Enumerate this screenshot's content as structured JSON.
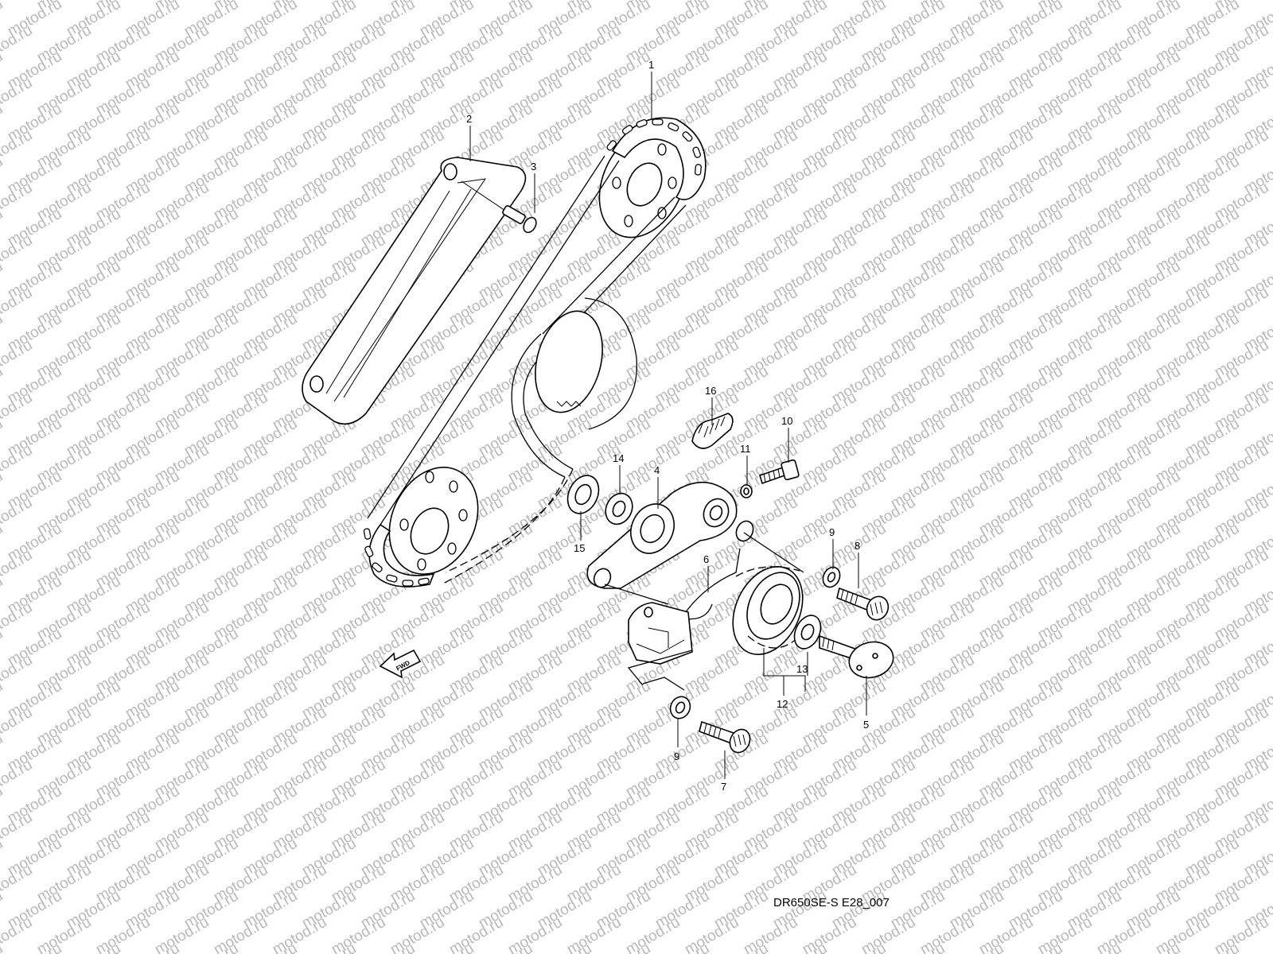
{
  "watermark": {
    "text": "motod.ru",
    "color": "#b8b8b8"
  },
  "diagram_code": "DR650SE-S E28_007",
  "direction_marker": "FWD",
  "callouts": [
    "1",
    "2",
    "3",
    "4",
    "5",
    "6",
    "7",
    "8",
    "9",
    "9",
    "10",
    "11",
    "12",
    "13",
    "14",
    "15",
    "16"
  ]
}
